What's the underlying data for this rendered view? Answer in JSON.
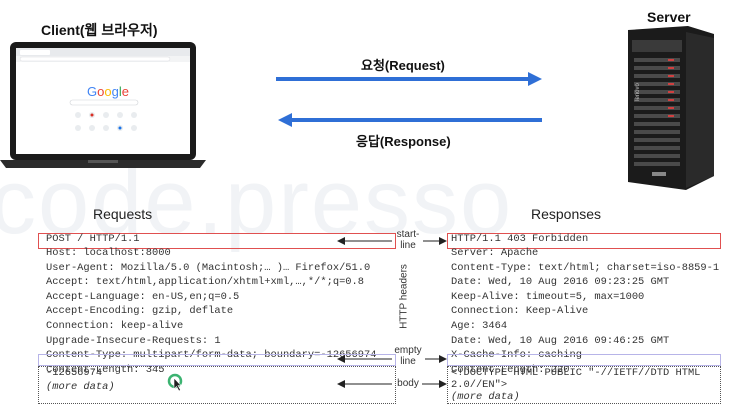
{
  "header": {
    "client_label": "Client(웹 브라우저)",
    "server_label": "Server",
    "request_arrow_label": "요청(Request)",
    "response_arrow_label": "응답(Response)"
  },
  "browser": {
    "logo_text": "Google"
  },
  "server_device": {
    "brand": "lenovo"
  },
  "watermark": "code.presso",
  "requests": {
    "title": "Requests",
    "start_line": "POST / HTTP/1.1",
    "headers": [
      "Host: localhost:8000",
      "User-Agent: Mozilla/5.0 (Macintosh;… )… Firefox/51.0",
      "Accept: text/html,application/xhtml+xml,…,*/*;q=0.8",
      "Accept-Language: en-US,en;q=0.5",
      "Accept-Encoding: gzip, deflate",
      "Connection: keep-alive",
      "Upgrade-Insecure-Requests: 1",
      "Content-Type: multipart/form-data; boundary=-12656974",
      "Content-Length: 345"
    ],
    "body": [
      "-12656974",
      "(more data)"
    ]
  },
  "responses": {
    "title": "Responses",
    "start_line": "HTTP/1.1 403 Forbidden",
    "headers": [
      "Server: Apache",
      "Content-Type: text/html; charset=iso-8859-1",
      "Date: Wed, 10 Aug 2016 09:23:25 GMT",
      "Keep-Alive: timeout=5, max=1000",
      "Connection: Keep-Alive",
      "Age: 3464",
      "Date: Wed, 10 Aug 2016 09:46:25 GMT",
      "X-Cache-Info: caching",
      "Content-Length: 220"
    ],
    "body": [
      "<!DOCTYPE HTML PUBLIC \"-//IETF//DTD HTML",
      "2.0//EN\">",
      "(more data)"
    ]
  },
  "center_labels": {
    "start_line": [
      "start-",
      "line"
    ],
    "http_headers": "HTTP headers",
    "empty_line": [
      "empty",
      "line"
    ],
    "body": "body"
  },
  "colors": {
    "arrow_blue": "#2f6fd6",
    "start_line_box": "#e05050",
    "empty_line_box": "#b7b4e8",
    "cursor_green": "#3cb371"
  }
}
